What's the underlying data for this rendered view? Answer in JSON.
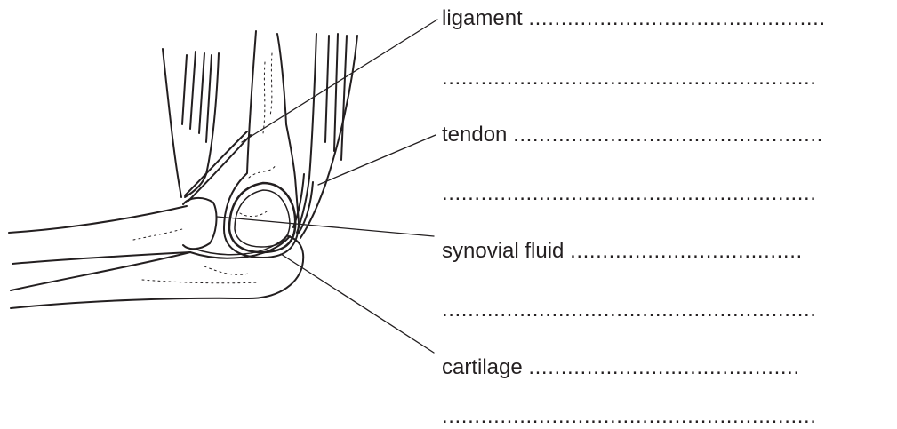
{
  "labels": [
    {
      "term": "ligament",
      "answer_line": "..............................................",
      "extra_line": ".........................................................."
    },
    {
      "term": "tendon",
      "answer_line": "................................................",
      "extra_line": ".........................................................."
    },
    {
      "term": "synovial fluid",
      "answer_line": "....................................",
      "extra_line": ".........................................................."
    },
    {
      "term": "cartilage",
      "answer_line": "..........................................",
      "extra_line": ".........................................................."
    }
  ]
}
